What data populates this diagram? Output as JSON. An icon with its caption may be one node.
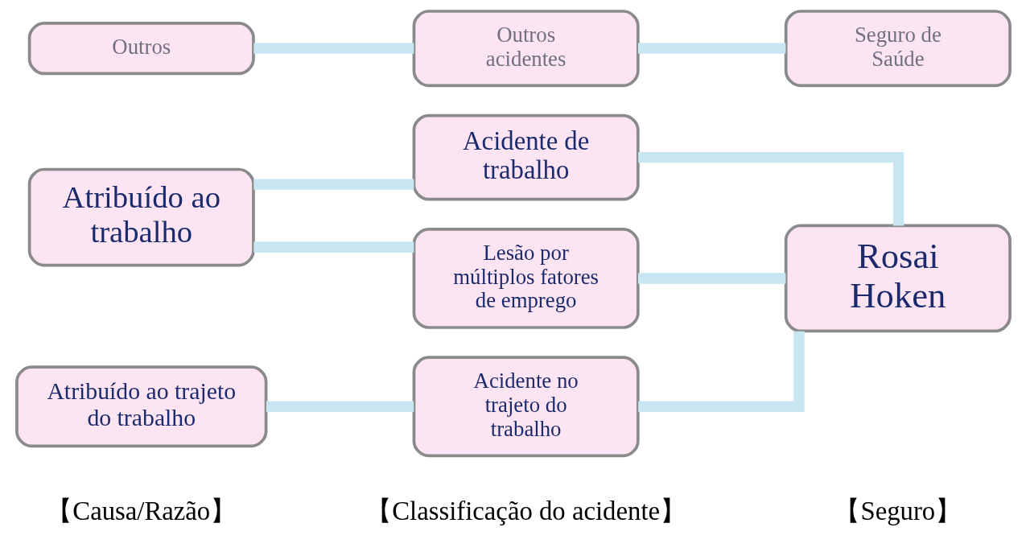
{
  "diagram": {
    "nodes": [
      {
        "text": [
          "Atribuído ao trabalho"
        ]
      },
      {
        "text": [
          "Acidente de trabalho"
        ]
      },
      {
        "text": [
          "Lesão por múltiplos fatores de emprego"
        ]
      },
      {
        "text": [
          "Rosai Hoken"
        ]
      },
      {
        "text": [
          "Atribuído ao trajeto do trabalho"
        ]
      },
      {
        "text": [
          "Acidente no trajeto do trabalho"
        ]
      },
      {
        "text": [
          "Outros"
        ]
      },
      {
        "text": [
          "Outros acidentes"
        ]
      },
      {
        "text": [
          "Seguro de Saúde"
        ]
      }
    ],
    "edges": [
      {
        "from": 0,
        "to": 1,
        "arrow": "none"
      },
      {
        "from": 0,
        "to": 2,
        "arrow": "none"
      },
      {
        "from": 1,
        "to": 3,
        "arrow": "none"
      },
      {
        "from": 2,
        "to": 3,
        "arrow": "none"
      },
      {
        "from": 4,
        "to": 5,
        "arrow": "none"
      },
      {
        "from": 5,
        "to": 3,
        "arrow": "none"
      },
      {
        "from": 6,
        "to": 7,
        "arrow": "none"
      },
      {
        "from": 7,
        "to": 8,
        "arrow": "none"
      }
    ],
    "labels": [
      "【Causa/Razão】",
      "【Classificação do acidente】",
      "【Seguro】"
    ]
  }
}
